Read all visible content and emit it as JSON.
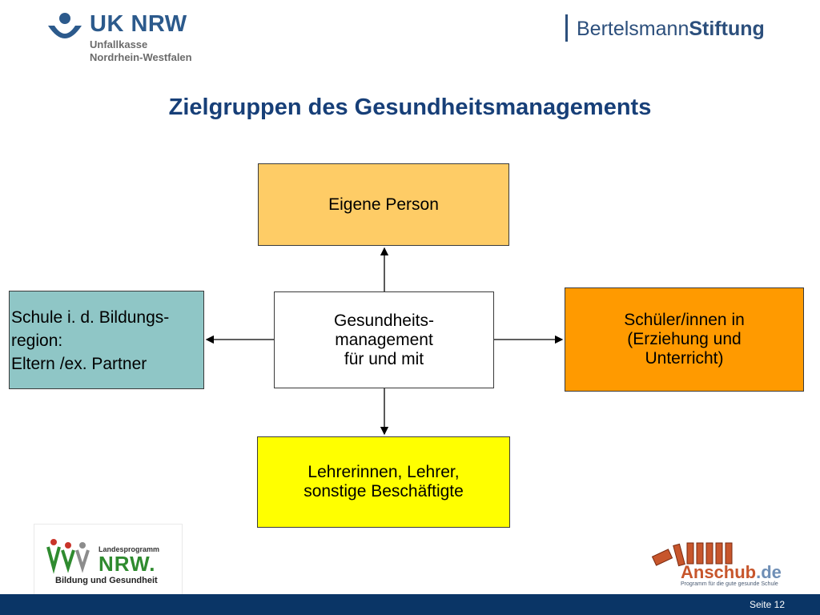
{
  "header": {
    "uk_logo": {
      "name": "UK NRW",
      "line1": "Unfallkasse",
      "line2": "Nordrhein-Westfalen",
      "color": "#2c5a8c"
    },
    "bertelsmann_logo": {
      "part1": "Bertelsmann",
      "part2": "Stiftung",
      "color": "#2c4f7c"
    }
  },
  "title": "Zielgruppen des Gesundheitsmanagements",
  "diagram": {
    "top": {
      "text": "Eigene Person",
      "color": "#fecc66"
    },
    "center": {
      "text": "Gesundheits-\nmanagement\nfür und mit",
      "color": "#ffffff"
    },
    "left": {
      "text": "Schule i. d. Bildungs-\nregion:\nEltern /ex. Partner",
      "color": "#8fc6c6"
    },
    "right": {
      "text": "Schüler/innen in\n(Erziehung und\nUnterricht)",
      "color": "#ff9a00"
    },
    "bottom": {
      "text": "Lehrerinnen, Lehrer,\nsonstige Beschäftigte",
      "color": "#ffff00"
    }
  },
  "footer": {
    "nrw_logo": {
      "program": "Landesprogramm",
      "word": "NRW.",
      "subtitle": "Bildung und Gesundheit"
    },
    "anschub_logo": {
      "name": "Anschub",
      "tld": ".de",
      "tagline": "Programm für die gute gesunde Schule"
    },
    "page_label": "Seite 12",
    "bar_color": "#0a3566"
  }
}
